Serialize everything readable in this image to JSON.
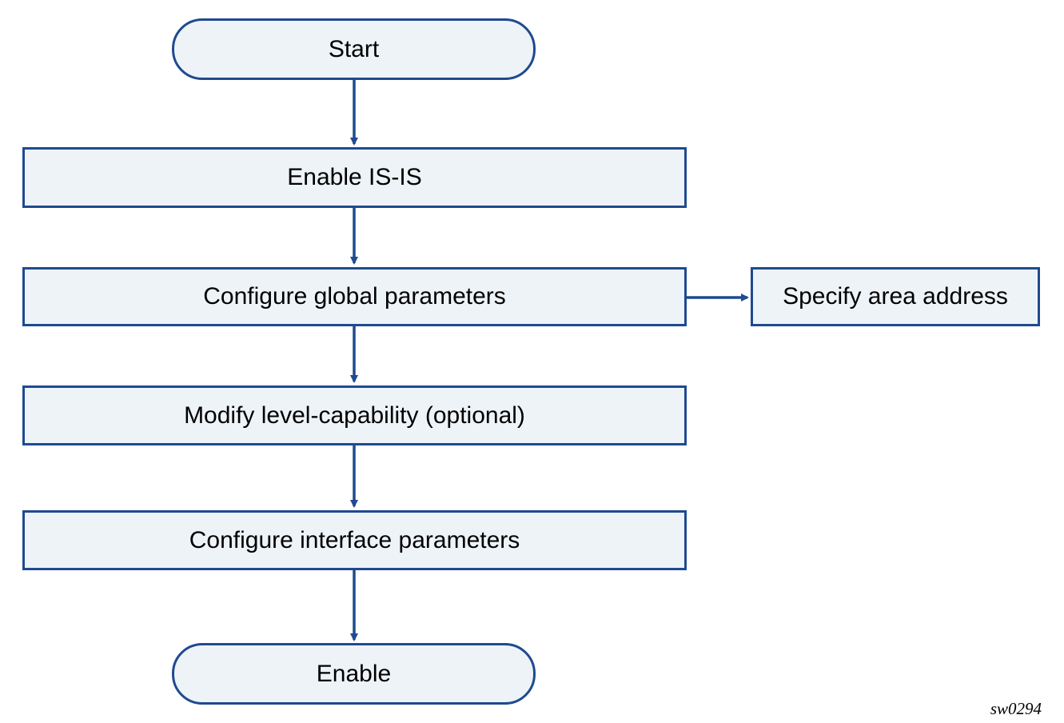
{
  "colors": {
    "stroke": "#1f4a8f",
    "fill": "#eef3f8",
    "text": "#000000"
  },
  "flowchart": {
    "start": "Start",
    "step_enable_isis": "Enable IS-IS",
    "step_global_params": "Configure global parameters",
    "step_area_address": "Specify area address",
    "step_level_capability": "Modify level-capability (optional)",
    "step_interface_params": "Configure interface parameters",
    "end": "Enable"
  },
  "figure_id": "sw0294"
}
